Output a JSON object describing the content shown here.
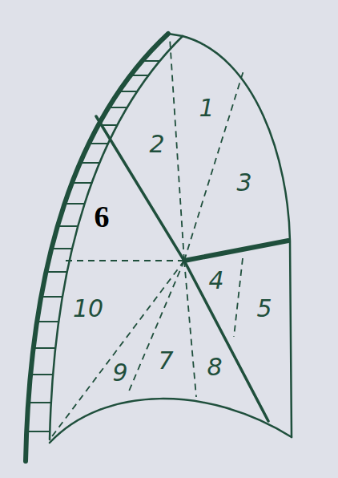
{
  "diagram": {
    "labels": [
      "1",
      "2",
      "3",
      "6",
      "4",
      "5",
      "10",
      "9",
      "7",
      "8"
    ]
  }
}
